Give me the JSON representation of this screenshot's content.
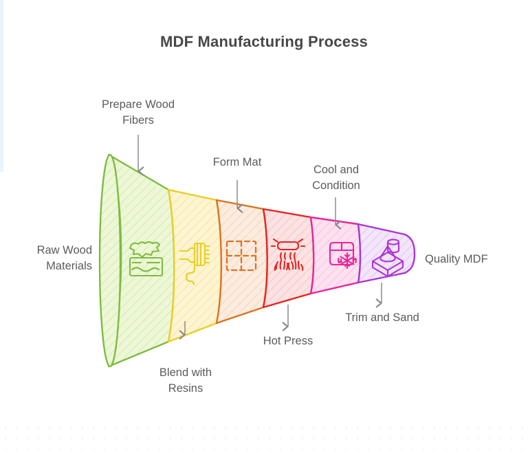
{
  "page": {
    "title": "MDF Manufacturing Process",
    "background_color": "#ffffff",
    "title_color": "#474747",
    "label_color": "#5b5b5b",
    "arrow_color": "#8a8a8a"
  },
  "funnel": {
    "type": "horizontal-cone-funnel",
    "input_label": "Raw Wood Materials",
    "output_label": "Quality MDF",
    "stages": [
      {
        "id": "prepare-wood-fibers",
        "label": "Prepare Wood Fibers",
        "icon": "wood-log-icon",
        "color": "#7dbb42",
        "fill": "#e9f5cf",
        "label_side": "top"
      },
      {
        "id": "blend-with-resins",
        "label": "Blend with Resins",
        "icon": "resin-dispenser-icon",
        "color": "#e8cf24",
        "fill": "#fdf1c9",
        "label_side": "bottom"
      },
      {
        "id": "form-mat",
        "label": "Form Mat",
        "icon": "mat-grid-icon",
        "color": "#d9731e",
        "fill": "#fbe7dc",
        "label_side": "top"
      },
      {
        "id": "hot-press",
        "label": "Hot Press",
        "icon": "hot-press-icon",
        "color": "#e8211f",
        "fill": "#fbdede",
        "label_side": "bottom"
      },
      {
        "id": "cool-and-condition",
        "label": "Cool and Condition",
        "icon": "cooling-box-icon",
        "color": "#e8259a",
        "fill": "#fbdcee",
        "label_side": "top"
      },
      {
        "id": "trim-and-sand",
        "label": "Trim and Sand",
        "icon": "sanding-icon",
        "color": "#ab34d4",
        "fill": "#f1e2fa",
        "label_side": "bottom"
      }
    ]
  },
  "labels": {
    "raw_wood_materials": "Raw Wood\nMaterials",
    "prepare_wood_fibers": "Prepare Wood\nFibers",
    "blend_with_resins": "Blend with\nResins",
    "form_mat": "Form Mat",
    "hot_press": "Hot Press",
    "cool_and_condition": "Cool and\nCondition",
    "trim_and_sand": "Trim and Sand",
    "quality_mdf": "Quality MDF"
  }
}
